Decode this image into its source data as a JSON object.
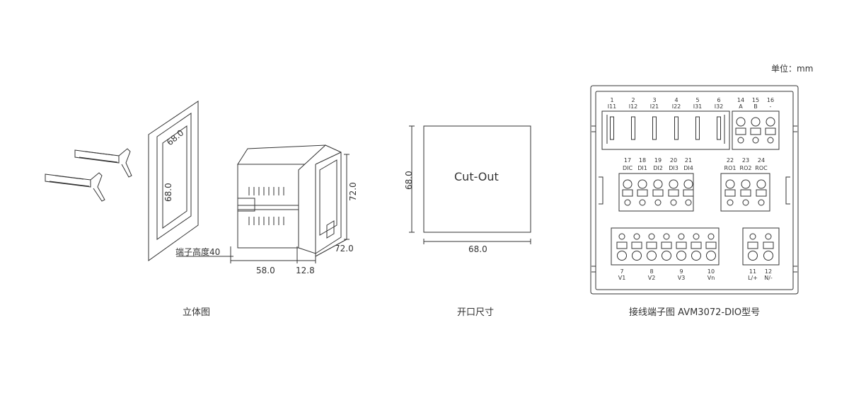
{
  "unit_label": "单位：mm",
  "view_3d": {
    "caption": "立体图",
    "panel_cutout_width": "68.0",
    "panel_cutout_height": "68.0",
    "terminal_height": "端子高度40",
    "depth_body": "58.0",
    "depth_front": "12.8",
    "front_height": "72.0",
    "front_width": "72.0"
  },
  "cutout": {
    "caption": "开口尺寸",
    "label": "Cut-Out",
    "width": "68.0",
    "height": "68.0"
  },
  "wiring": {
    "caption": "接线端子图 AVM3072-DIO型号",
    "top_terminals": [
      {
        "num": "1",
        "name": "I11"
      },
      {
        "num": "2",
        "name": "I12"
      },
      {
        "num": "3",
        "name": "I21"
      },
      {
        "num": "4",
        "name": "I22"
      },
      {
        "num": "5",
        "name": "I31"
      },
      {
        "num": "6",
        "name": "I32"
      }
    ],
    "comm_terminals": [
      {
        "num": "14",
        "name": "A"
      },
      {
        "num": "15",
        "name": "B"
      },
      {
        "num": "16",
        "name": "-"
      }
    ],
    "di_terminals": [
      {
        "num": "17",
        "name": "DIC"
      },
      {
        "num": "18",
        "name": "DI1"
      },
      {
        "num": "19",
        "name": "DI2"
      },
      {
        "num": "20",
        "name": "DI3"
      },
      {
        "num": "21",
        "name": "DI4"
      }
    ],
    "ro_terminals": [
      {
        "num": "22",
        "name": "RO1"
      },
      {
        "num": "23",
        "name": "RO2"
      },
      {
        "num": "24",
        "name": "ROC"
      }
    ],
    "voltage_terminals": [
      {
        "num": "7",
        "name": "V1"
      },
      {
        "num": "8",
        "name": "V2"
      },
      {
        "num": "9",
        "name": "V3"
      },
      {
        "num": "10",
        "name": "Vn"
      }
    ],
    "power_terminals": [
      {
        "num": "11",
        "name": "L/+"
      },
      {
        "num": "12",
        "name": "N/-"
      }
    ]
  }
}
